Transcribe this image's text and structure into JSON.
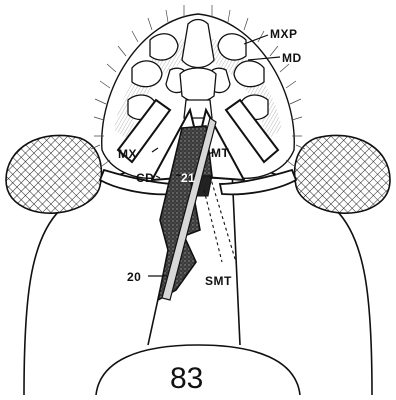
{
  "figure": {
    "number": "83",
    "labels": {
      "mxp": "MXP",
      "md": "MD",
      "mx": "MX",
      "mt": "MT",
      "cd": "CD",
      "n21": "21",
      "n20": "20",
      "smt": "SMT"
    }
  },
  "colors": {
    "ink": "#111111",
    "paper": "#ffffff",
    "shade": "#2b2b2b"
  }
}
